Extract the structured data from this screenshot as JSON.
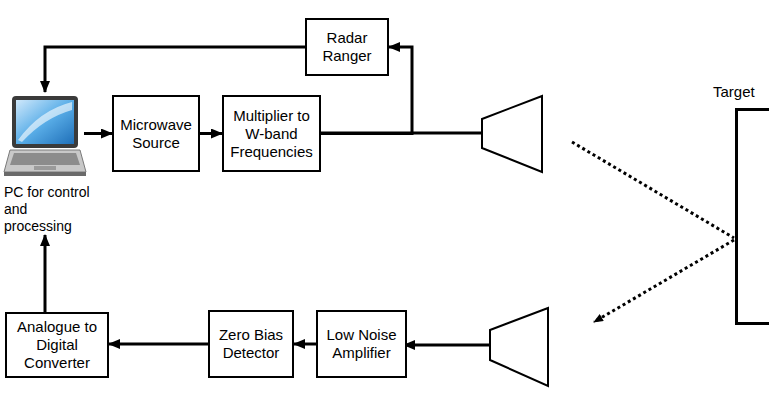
{
  "diagram": {
    "nodes": [
      {
        "text": [
          "Radar Ranger"
        ]
      },
      {
        "text": [
          "PC for control and processing"
        ]
      },
      {
        "text": [
          "Microwave Source"
        ]
      },
      {
        "text": [
          "Multiplier to W-band Frequencies"
        ]
      },
      {
        "text": [
          "Target"
        ]
      },
      {
        "text": [
          "Analogue to Digital Converter"
        ]
      },
      {
        "text": [
          "Zero Bias Detector"
        ]
      },
      {
        "text": [
          "Low Noise Amplifier"
        ]
      }
    ],
    "edges": [
      {
        "from": 0,
        "to": 1,
        "arrow": "to"
      },
      {
        "from": 1,
        "to": 2,
        "arrow": "to"
      },
      {
        "from": 2,
        "to": 3,
        "arrow": "to"
      },
      {
        "from": 3,
        "to": 0,
        "arrow": "to"
      },
      {
        "from": 7,
        "to": 6,
        "arrow": "to"
      },
      {
        "from": 6,
        "to": 5,
        "arrow": "to"
      },
      {
        "from": 5,
        "to": 1,
        "arrow": "to"
      }
    ]
  }
}
